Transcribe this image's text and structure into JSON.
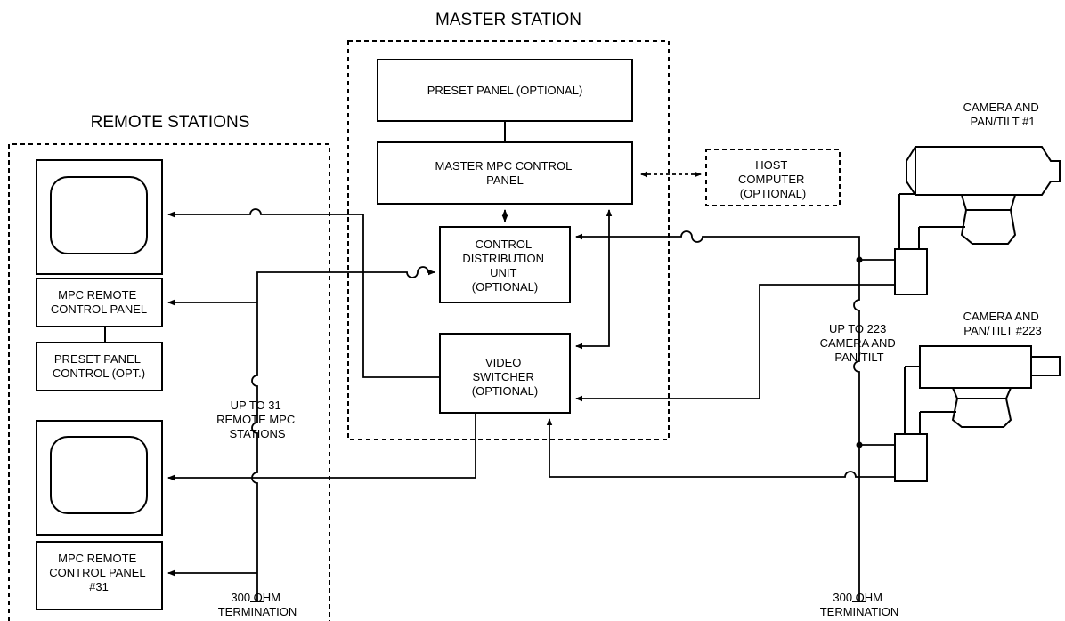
{
  "titles": {
    "master_station": "MASTER STATION",
    "remote_stations": "REMOTE STATIONS"
  },
  "blocks": {
    "preset_panel": "PRESET PANEL (OPTIONAL)",
    "master_mpc": [
      "MASTER MPC CONTROL",
      "PANEL"
    ],
    "cdu": [
      "CONTROL",
      "DISTRIBUTION",
      "UNIT",
      "(OPTIONAL)"
    ],
    "video_switcher": [
      "VIDEO",
      "SWITCHER",
      "(OPTIONAL)"
    ],
    "host_computer": [
      "HOST",
      "COMPUTER",
      "(OPTIONAL)"
    ],
    "mpc_remote_1": [
      "MPC REMOTE",
      "CONTROL PANEL"
    ],
    "preset_remote": [
      "PRESET PANEL",
      "CONTROL (OPT.)"
    ],
    "mpc_remote_31": [
      "MPC REMOTE",
      "CONTROL PANEL",
      "#31"
    ]
  },
  "cameras": {
    "cam1": [
      "CAMERA AND",
      "PAN/TILT #1"
    ],
    "cam223": [
      "CAMERA AND",
      "PAN/TILT #223"
    ]
  },
  "notes": {
    "up_to_31": [
      "UP TO 31",
      "REMOTE MPC",
      "STATIONS"
    ],
    "up_to_223": [
      "UP TO 223",
      "CAMERA AND",
      "PAN/TILT"
    ],
    "term_left": [
      "300 OHM",
      "TERMINATION"
    ],
    "term_right": [
      "300 OHM",
      "TERMINATION"
    ]
  }
}
